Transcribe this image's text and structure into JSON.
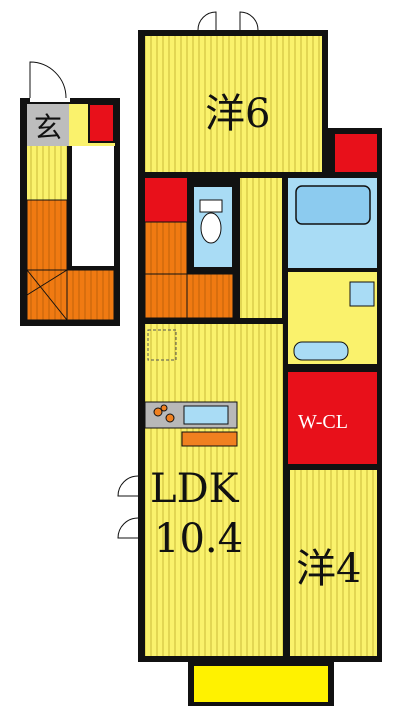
{
  "rooms": {
    "western_1": {
      "label": "洋6"
    },
    "ldk": {
      "label_line1": "LDK",
      "label_line2": "10.4"
    },
    "western_2": {
      "label": "洋4"
    },
    "closet": {
      "label": "W-CL"
    },
    "entrance": {
      "label": "玄"
    }
  },
  "colors": {
    "floor": "#faf26c",
    "floor_stripe": "#c9bb3a",
    "wall": "#111111",
    "storage": "#e8101a",
    "stairs": "#f07a12",
    "bath": "#a9dcf5",
    "kitchen": "#f08020",
    "entrance_floor": "#bdbdbd",
    "balcony": "#fff200"
  }
}
